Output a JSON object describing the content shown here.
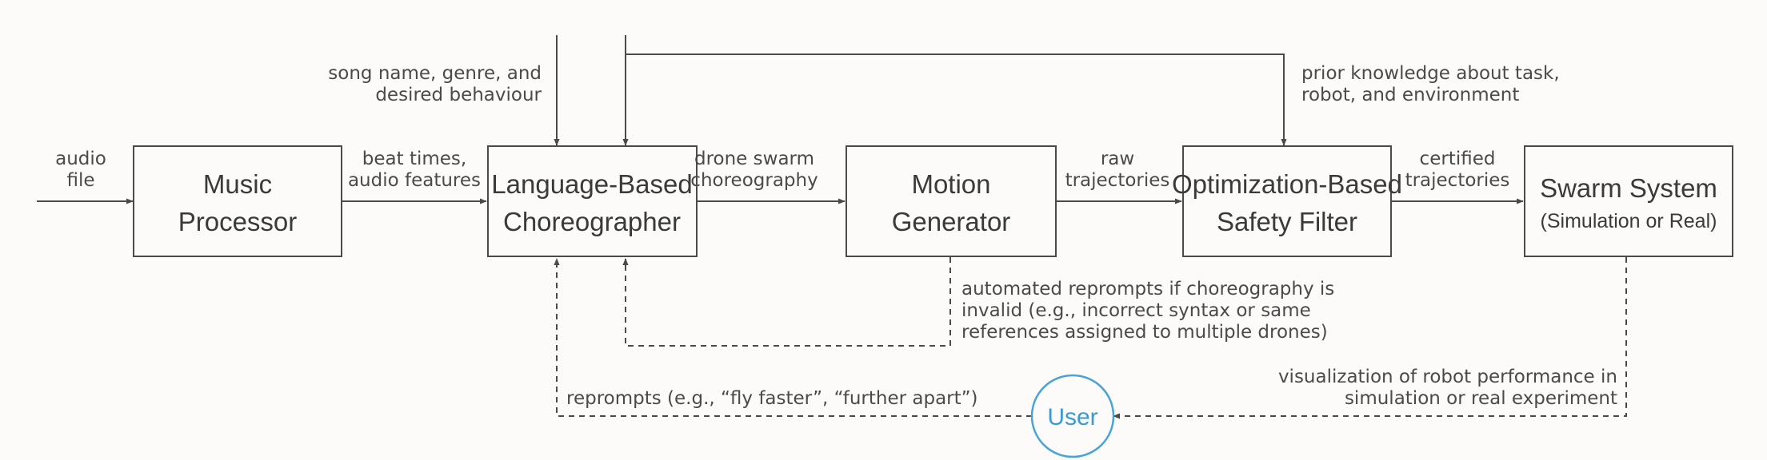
{
  "boxes": {
    "music_processor": [
      "Music",
      "Processor"
    ],
    "choreographer": [
      "Language-Based",
      "Choreographer"
    ],
    "motion_generator": [
      "Motion",
      "Generator"
    ],
    "safety_filter": [
      "Optimization-Based",
      "Safety Filter"
    ],
    "swarm_system": [
      "Swarm System",
      "(Simulation or Real)"
    ]
  },
  "user": "User",
  "edges": {
    "audio_file": [
      "audio",
      "file"
    ],
    "beat_times": [
      "beat times,",
      "audio features"
    ],
    "choreography": [
      "drone swarm",
      "choreography"
    ],
    "raw_trajectories": [
      "raw",
      "trajectories"
    ],
    "certified_trajectories": [
      "certified",
      "trajectories"
    ],
    "song_info": [
      "song name, genre, and",
      "desired behaviour"
    ],
    "prior_knowledge": [
      "prior knowledge about task,",
      "robot, and environment"
    ],
    "automated_reprompts": [
      "automated reprompts if choreography is",
      "invalid (e.g., incorrect syntax or same",
      "references assigned to multiple drones)"
    ],
    "reprompts": [
      "reprompts (e.g., “fly faster”, “further apart”)"
    ],
    "visualization": [
      "visualization of robot performance in",
      "simulation or real experiment"
    ]
  }
}
